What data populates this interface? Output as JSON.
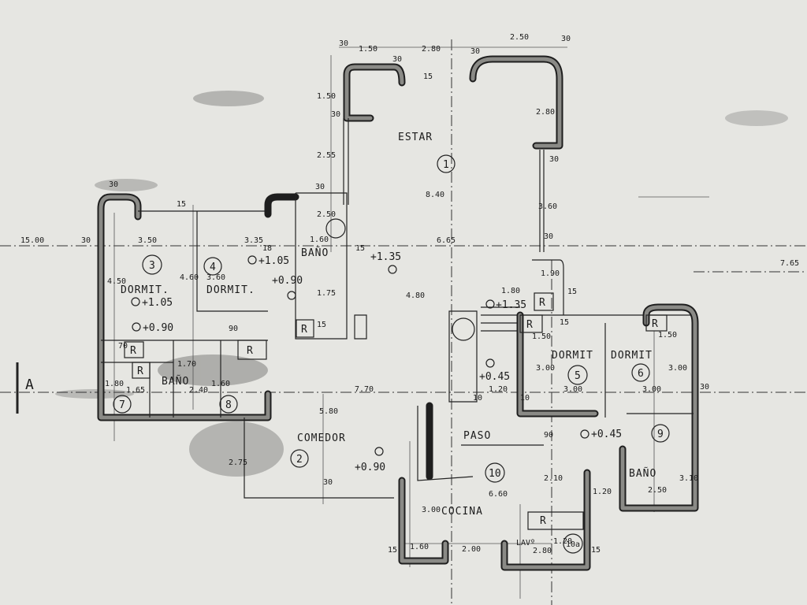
{
  "rooms": {
    "estar": "ESTAR",
    "dormit_3": "DORMIT.",
    "dormit_4": "DORMIT.",
    "bano_top": "BAÑO",
    "bano_left": "BAÑO",
    "comedor": "COMEDOR",
    "paso": "PASO",
    "cocina": "COCINA",
    "dormit_5": "DORMIT",
    "dormit_6": "DORMIT",
    "bano_right": "BAÑO",
    "lavadero": "LAVº"
  },
  "room_numbers": [
    "1",
    "2",
    "3",
    "4",
    "5",
    "6",
    "7",
    "8",
    "9",
    "10",
    "10a"
  ],
  "levels": [
    "+1.05",
    "+0.90",
    "+1.05",
    "+0.90",
    "+1.35",
    "+1.35",
    "+0.45",
    "+0.45",
    "+0.90"
  ],
  "cupboard_mark": "R",
  "section_mark": "A",
  "dimensions": [
    "30",
    "1.50",
    "2.80",
    "2.50",
    "30",
    "30",
    "30",
    "15",
    "1.50",
    "2.55",
    "30",
    "30",
    "2.80",
    "30",
    "8.40",
    "3.60",
    "30",
    "30",
    "15",
    "2.50",
    "15.00",
    "30",
    "3.50",
    "3.35",
    "1.60",
    "6.65",
    "7.65",
    "18",
    "15",
    "4.50",
    "4.60",
    "3.60",
    "1.75",
    "15",
    "4.80",
    "1.80",
    "15",
    "1.90",
    "15",
    "1.50",
    "1.50",
    "3.00",
    "3.00",
    "1.20",
    "3.00",
    "3.00",
    "30",
    "7.70",
    "2.40",
    "1.65",
    "1.80",
    "1.70",
    "5.80",
    "1.60",
    "2.75",
    "30",
    "1.20",
    "6.60",
    "2.50",
    "2.10",
    "90",
    "3.00",
    "1.60",
    "2.00",
    "2.80",
    "1.20",
    "15",
    "15",
    "10",
    "10",
    "3.10",
    "70",
    "90"
  ]
}
